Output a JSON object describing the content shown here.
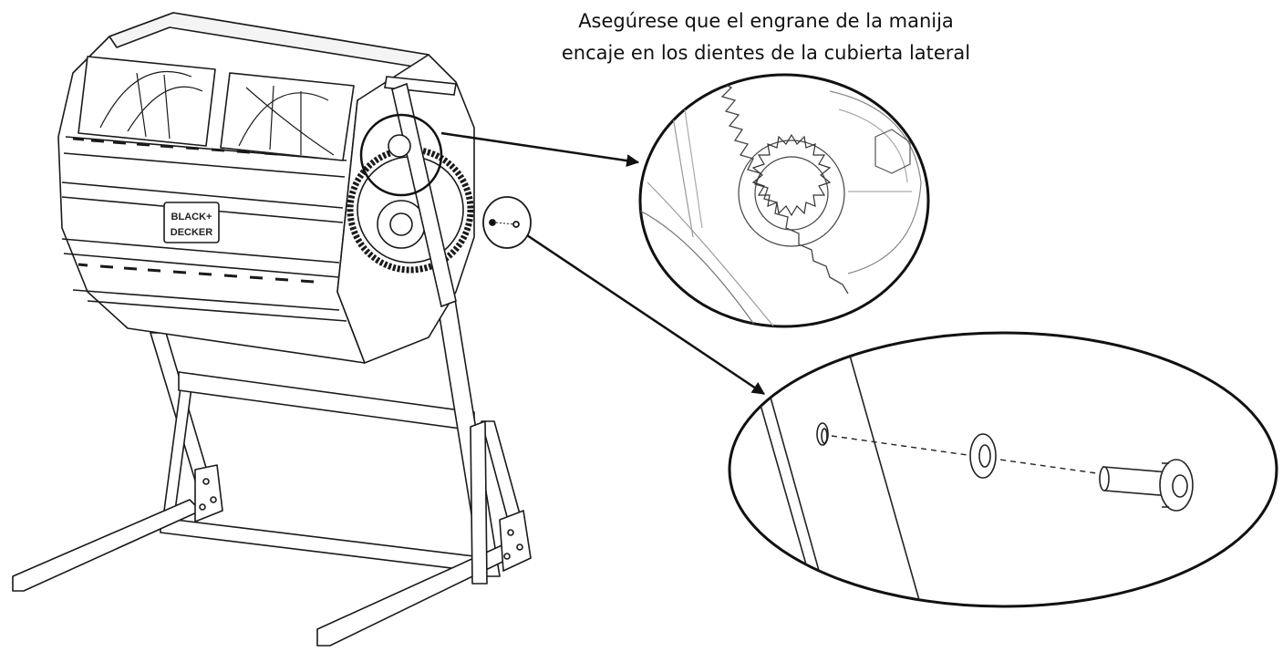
{
  "instruction": {
    "line1": "Asegúrese que el engrane de la manija",
    "line2": "encaje en los dientes de la cubierta lateral"
  },
  "logo": {
    "line1": "BLACK+",
    "line2": "DECKER"
  },
  "colors": {
    "ink": "#111111",
    "line": "#1a1a1a",
    "paper": "#ffffff"
  }
}
